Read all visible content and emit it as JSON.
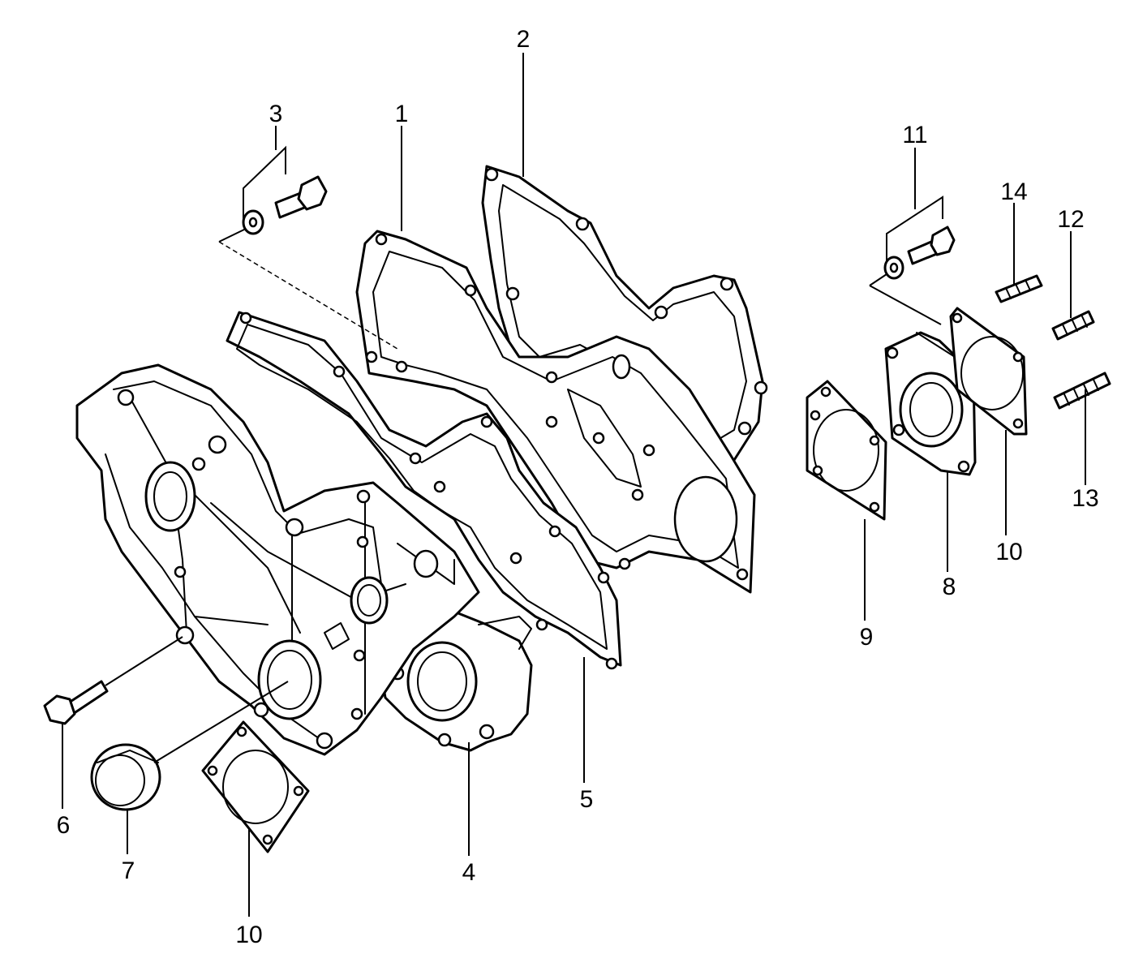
{
  "callouts": {
    "c1": "1",
    "c2": "2",
    "c3": "3",
    "c4": "4",
    "c5": "5",
    "c6": "6",
    "c7": "7",
    "c8": "8",
    "c9": "9",
    "c10a": "10",
    "c10b": "10",
    "c11": "11",
    "c12": "12",
    "c13": "13",
    "c14": "14"
  },
  "colors": {
    "line": "#000000",
    "background": "#ffffff"
  }
}
